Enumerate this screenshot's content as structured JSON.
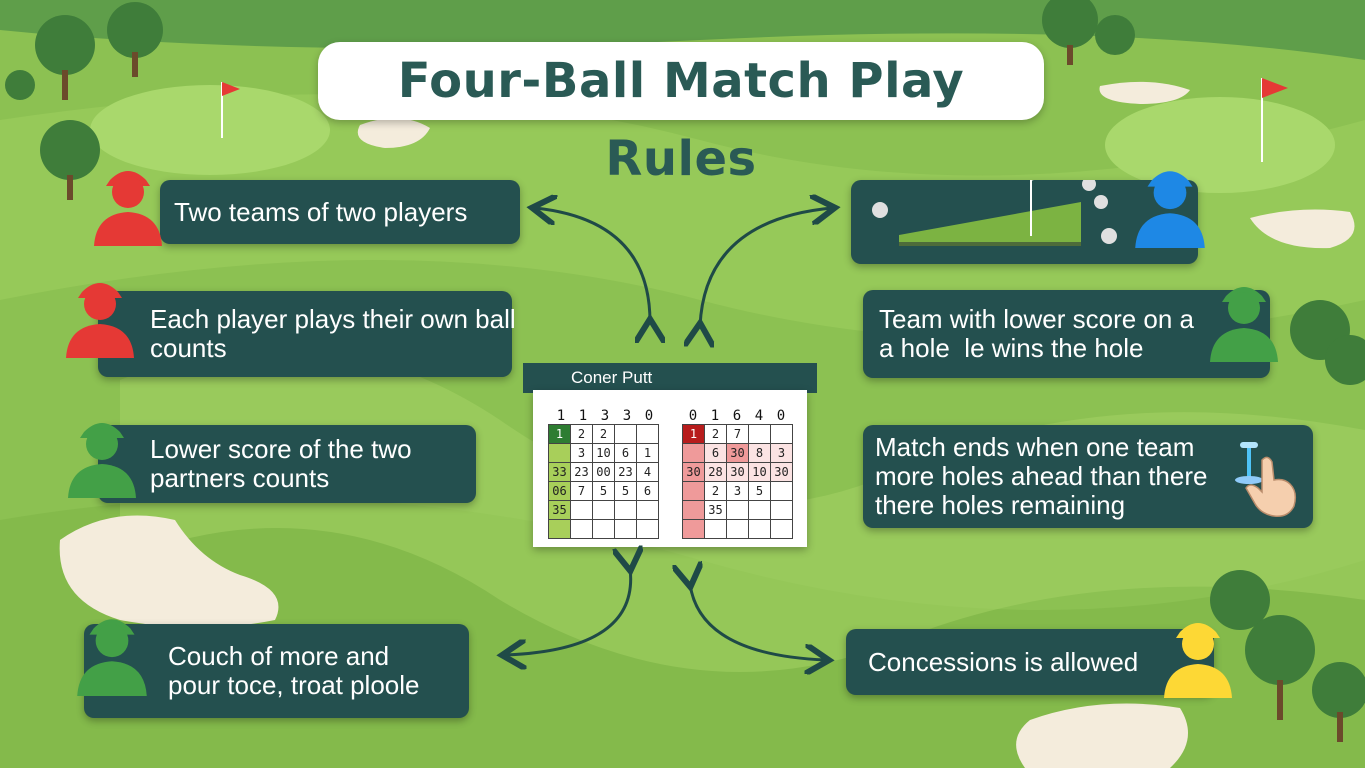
{
  "title": "Four-Ball Match Play Rules",
  "rules_left": [
    {
      "lines": [
        "Two teams of two players"
      ],
      "avatar_color": "#e53935"
    },
    {
      "lines": [
        "Each player plays their own ball",
        "counts"
      ],
      "avatar_color": "#e53935"
    },
    {
      "lines": [
        "Lower score of the two",
        "partners counts"
      ],
      "avatar_color": "#43a047"
    },
    {
      "lines": [
        "Couch of more and",
        "pour toce, troat ploole"
      ],
      "avatar_color": "#43a047"
    }
  ],
  "rules_right": [
    {
      "lines": [],
      "avatar_color": "#1e88e5"
    },
    {
      "lines": [
        "Team with lower score on a",
        "a hole  le wins the hole"
      ],
      "avatar_color": "#43a047"
    },
    {
      "lines": [
        "Match ends when one team",
        "more holes ahead than there",
        "there holes remaining"
      ],
      "avatar_color": ""
    },
    {
      "lines": [
        "Concessions is allowed"
      ],
      "avatar_color": "#fdd835"
    }
  ],
  "scorecard": {
    "header": "Coner Putt",
    "left_top": [
      "1",
      "1",
      "3",
      "3",
      "0"
    ],
    "right_top": [
      "0",
      "1",
      "6",
      "4",
      "0"
    ],
    "left_rows": [
      [
        "1",
        "2",
        "2",
        "",
        ""
      ],
      [
        "",
        "3",
        "10",
        "6",
        "1"
      ],
      [
        "33",
        "23",
        "00",
        "23",
        "4"
      ],
      [
        "06",
        "7",
        "5",
        "5",
        "6"
      ],
      [
        "35",
        "",
        "",
        "",
        ""
      ],
      [
        "",
        "",
        "",
        "",
        ""
      ]
    ],
    "right_rows": [
      [
        "1",
        "2",
        "7",
        "",
        ""
      ],
      [
        "",
        "6",
        "30",
        "8",
        "3"
      ],
      [
        "30",
        "28",
        "30",
        "10",
        "30"
      ],
      [
        "",
        "2",
        "3",
        "5",
        ""
      ],
      [
        "",
        "35",
        "",
        "",
        ""
      ],
      [
        "",
        "",
        "",
        "",
        ""
      ]
    ],
    "colors": {
      "left_accent": "#a8cf5a",
      "left_dark": "#2e7d32",
      "right_accent": "#ef9a9a",
      "right_dark": "#b71c1c"
    }
  },
  "colors": {
    "box_bg": "#24504f",
    "title_text": "#2a5a55",
    "grass": "#8cc152"
  }
}
